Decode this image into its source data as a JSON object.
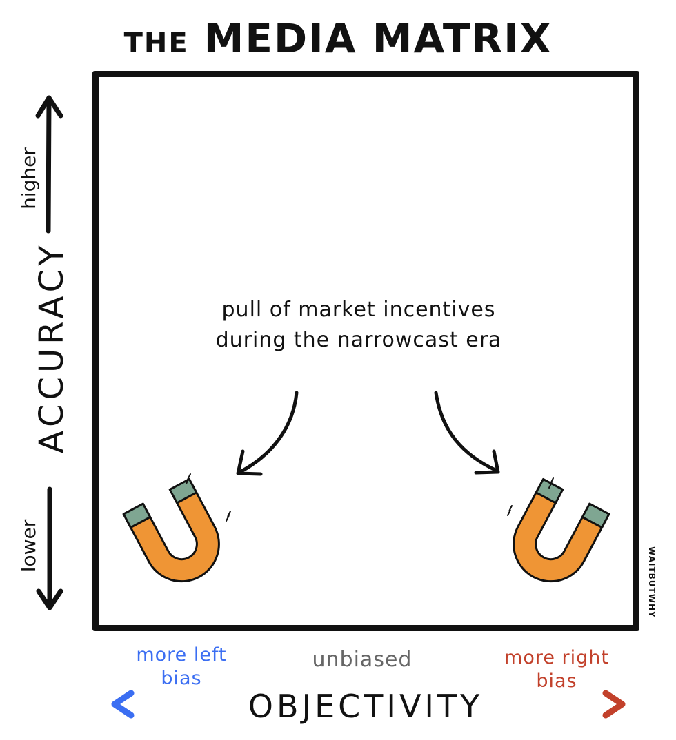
{
  "title": {
    "small": "THE",
    "big": "MEDIA MATRIX"
  },
  "y_axis": {
    "label": "ACCURACY",
    "high": "higher",
    "low": "lower"
  },
  "x_axis": {
    "label": "OBJECTIVITY",
    "left": "more left bias",
    "center": "unbiased",
    "right": "more right bias"
  },
  "annotation": "pull of market incentives during the narrowcast era",
  "signature": "WAITBUTWHY",
  "colors": {
    "left": "#3b6ef2",
    "right": "#c2412b",
    "magnet": "#ef9535",
    "pole": "#7fa692",
    "ink": "#111111"
  },
  "icons": [
    "up-arrow-icon",
    "down-arrow-icon",
    "left-arrow-icon",
    "right-arrow-icon",
    "magnet-icon"
  ]
}
